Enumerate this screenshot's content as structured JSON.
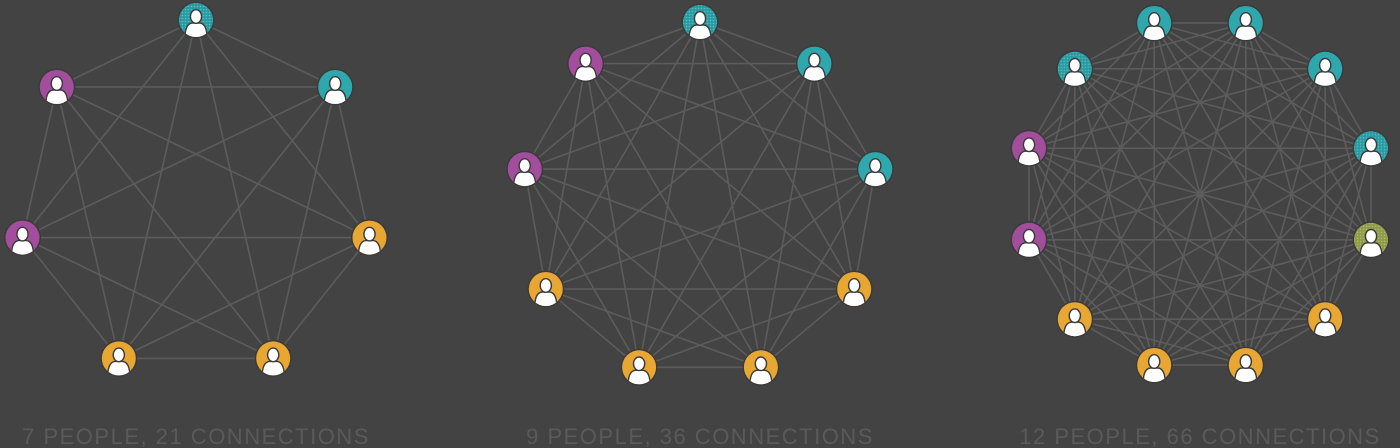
{
  "colors": {
    "background": "#434343",
    "edge": "#5c5c5c",
    "caption": "#5a5a5a",
    "avatar_figure": "#ffffff",
    "avatar_outline": "#3b3b3b"
  },
  "node_palette": {
    "teal": "#2fa8ad",
    "purple": "#a24e9c",
    "orange": "#e8a632",
    "olive": "#9aa654"
  },
  "networks": [
    {
      "id": "network-7",
      "caption": "7 PEOPLE, 21 CONNECTIONS",
      "people": 7,
      "connections": 21,
      "nodes": [
        {
          "color": "teal",
          "style": "dotted",
          "icon": "person-icon"
        },
        {
          "color": "teal",
          "style": "solid",
          "icon": "person-icon"
        },
        {
          "color": "orange",
          "style": "solid",
          "icon": "person-icon"
        },
        {
          "color": "orange",
          "style": "solid",
          "icon": "person-icon"
        },
        {
          "color": "orange",
          "style": "solid",
          "icon": "person-icon"
        },
        {
          "color": "purple",
          "style": "solid",
          "icon": "person-icon"
        },
        {
          "color": "purple",
          "style": "solid",
          "icon": "person-icon"
        }
      ]
    },
    {
      "id": "network-9",
      "caption": "9 PEOPLE, 36 CONNECTIONS",
      "people": 9,
      "connections": 36,
      "nodes": [
        {
          "color": "teal",
          "style": "dotted",
          "icon": "person-icon"
        },
        {
          "color": "teal",
          "style": "solid",
          "icon": "person-icon"
        },
        {
          "color": "teal",
          "style": "solid",
          "icon": "person-icon"
        },
        {
          "color": "orange",
          "style": "solid",
          "icon": "person-icon"
        },
        {
          "color": "orange",
          "style": "solid",
          "icon": "person-icon"
        },
        {
          "color": "orange",
          "style": "solid",
          "icon": "person-icon"
        },
        {
          "color": "orange",
          "style": "solid",
          "icon": "person-icon"
        },
        {
          "color": "purple",
          "style": "solid",
          "icon": "person-icon"
        },
        {
          "color": "purple",
          "style": "solid",
          "icon": "person-icon"
        }
      ]
    },
    {
      "id": "network-12",
      "caption": "12 PEOPLE, 66 CONNECTIONS",
      "people": 12,
      "connections": 66,
      "nodes": [
        {
          "color": "teal",
          "style": "solid",
          "icon": "person-icon"
        },
        {
          "color": "teal",
          "style": "solid",
          "icon": "person-icon"
        },
        {
          "color": "teal",
          "style": "dotted",
          "icon": "person-icon"
        },
        {
          "color": "olive",
          "style": "dotted",
          "icon": "person-icon"
        },
        {
          "color": "orange",
          "style": "solid",
          "icon": "person-icon"
        },
        {
          "color": "orange",
          "style": "solid",
          "icon": "person-icon"
        },
        {
          "color": "orange",
          "style": "solid",
          "icon": "person-icon"
        },
        {
          "color": "orange",
          "style": "solid",
          "icon": "person-icon"
        },
        {
          "color": "purple",
          "style": "solid",
          "icon": "person-icon"
        },
        {
          "color": "purple",
          "style": "solid",
          "icon": "person-icon"
        },
        {
          "color": "teal",
          "style": "dotted",
          "icon": "person-icon"
        },
        {
          "color": "teal",
          "style": "solid",
          "icon": "person-icon"
        }
      ]
    }
  ]
}
